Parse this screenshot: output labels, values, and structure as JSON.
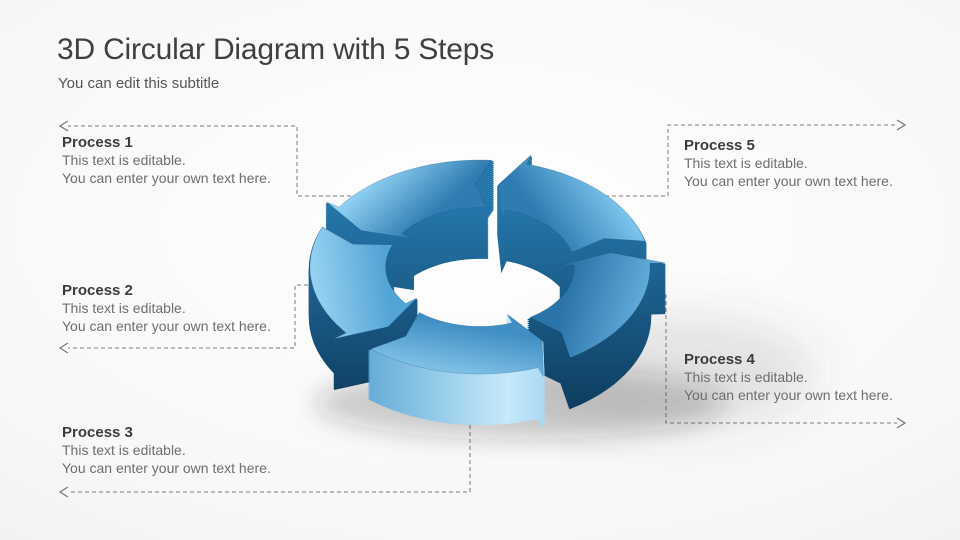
{
  "slide": {
    "title": "3D Circular Diagram with 5 Steps",
    "subtitle": "You can edit this subtitle"
  },
  "processes": [
    {
      "heading": "Process 1",
      "line1": "This text is editable.",
      "line2": "You can enter your own text here."
    },
    {
      "heading": "Process 2",
      "line1": "This text is editable.",
      "line2": "You can enter your own text here."
    },
    {
      "heading": "Process 3",
      "line1": "This text is editable.",
      "line2": "You can enter your own text here."
    },
    {
      "heading": "Process 4",
      "line1": "This text is editable.",
      "line2": "You can enter your own text here."
    },
    {
      "heading": "Process 5",
      "line1": "This text is editable.",
      "line2": "You can enter your own text here."
    }
  ],
  "diagram": {
    "type": "3d-circular-arrows",
    "steps": 5,
    "colors": {
      "connector": "#7a7a7a",
      "side_top": "#2577ac",
      "side_bottom": "#0a3250",
      "front_side": [
        "#4e9ed0",
        "#c6e9fb",
        "#60abdb"
      ],
      "tops": [
        {
          "inner": "#2e7cb2",
          "outer": "#8fd0f2"
        },
        {
          "inner": "#52a3d6",
          "outer": "#a5dcf6"
        },
        {
          "inner": "#3f8ec4",
          "outer": "#8ccbec"
        },
        {
          "inner": "#2a74a9",
          "outer": "#67b2e0"
        },
        {
          "inner": "#2e7cb2",
          "outer": "#7cc4ec"
        }
      ],
      "shadow": "rgba(40,40,40,0.22)"
    }
  }
}
